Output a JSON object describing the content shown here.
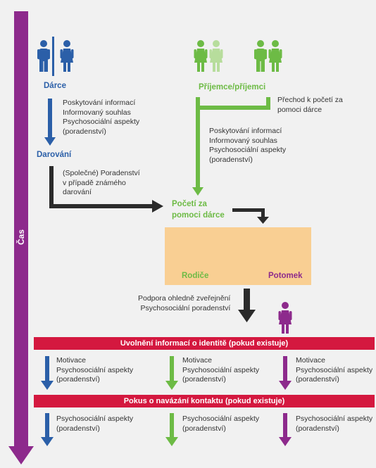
{
  "colors": {
    "purple": "#8d2a8c",
    "blue": "#2b5fa8",
    "green": "#6dbb45",
    "dark": "#2b2b2b",
    "red": "#d4183f",
    "box": "#f9cf93"
  },
  "icons": [
    "male-figure-icon",
    "female-figure-icon",
    "child-figure-icon",
    "arrow-icon"
  ],
  "time_axis_label": "Čas",
  "donor": {
    "label": "Dárce",
    "notes": [
      "Poskytování informací",
      "Informovaný souhlas",
      "Psychosociální aspekty",
      "(poradenství)"
    ]
  },
  "donation": {
    "label": "Darování",
    "notes": [
      "(Společné) Poradenství",
      "v případě známého",
      "darování"
    ]
  },
  "recipient": {
    "label": "Příjemce/příjemci",
    "transition_note": [
      "Přechod k početí za",
      "pomoci dárce"
    ],
    "notes": [
      "Poskytování informací",
      "Informovaný souhlas",
      "Psychosociální aspekty",
      "(poradenství)"
    ]
  },
  "conception": {
    "label_lines": [
      "Početí za",
      "pomoci dárce"
    ]
  },
  "family": {
    "parents_label": "Rodiče",
    "child_label": "Potomek"
  },
  "disclosure_notes": [
    "Podpora ohledně zveřejnění",
    "Psychosociální poradenství"
  ],
  "identity_release": {
    "bar": "Uvolnění informací o identitě (pokud existuje)",
    "columns": [
      {
        "lines": [
          "Motivace",
          "Psychosociální aspekty",
          "(poradenství)"
        ]
      },
      {
        "lines": [
          "Motivace",
          "Psychosociální aspekty",
          "(poradenství)"
        ]
      },
      {
        "lines": [
          "Motivace",
          "Psychosociální aspekty",
          "(poradenství)"
        ]
      }
    ]
  },
  "contact_attempt": {
    "bar": "Pokus o navázání kontaktu (pokud existuje)",
    "columns": [
      {
        "lines": [
          "Psychosociální aspekty",
          "(poradenství)"
        ]
      },
      {
        "lines": [
          "Psychosociální aspekty",
          "(poradenství)"
        ]
      },
      {
        "lines": [
          "Psychosociální aspekty",
          "(poradenství)"
        ]
      }
    ]
  }
}
